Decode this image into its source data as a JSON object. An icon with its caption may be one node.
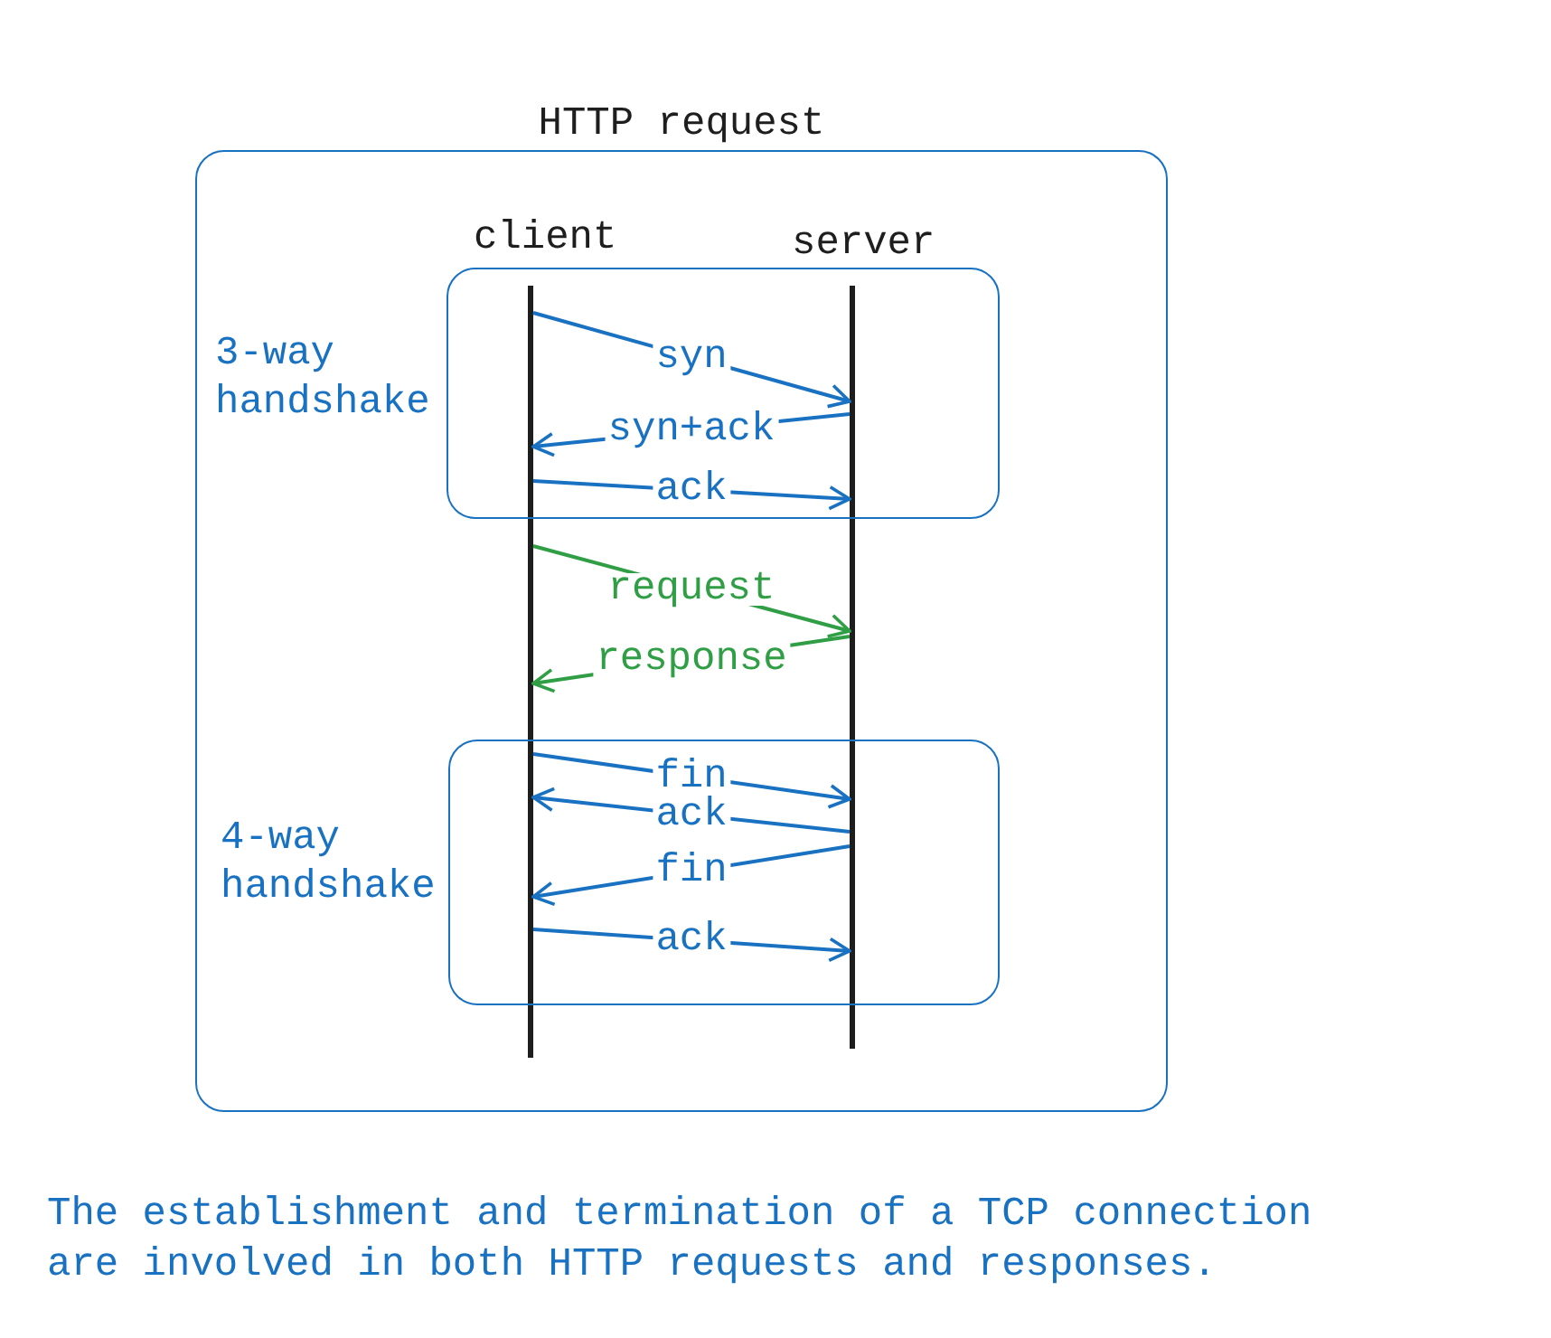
{
  "diagram": {
    "nodes": [
      {
        "text": [
          "HTTP request"
        ]
      },
      {
        "text": [],
        "shape": "bar",
        "in": 0
      },
      {
        "text": [],
        "shape": "bar",
        "in": 0
      },
      {
        "text": [
          "3-way handshake"
        ],
        "in": 0
      },
      {
        "text": [
          "4-way handshake"
        ],
        "in": 0
      }
    ],
    "edges": [
      {
        "from": 1,
        "to": 2,
        "arrow": "to",
        "label": "syn"
      },
      {
        "from": 2,
        "to": 1,
        "arrow": "to",
        "label": "syn+ack"
      },
      {
        "from": 1,
        "to": 2,
        "arrow": "to",
        "label": "ack"
      },
      {
        "from": 1,
        "to": 2,
        "arrow": "to",
        "label": "request",
        "color": "#2f9e44"
      },
      {
        "from": 2,
        "to": 1,
        "arrow": "to",
        "label": "response",
        "color": "#2f9e44"
      },
      {
        "from": 1,
        "to": 2,
        "arrow": "to",
        "label": "fin"
      },
      {
        "from": 2,
        "to": 1,
        "arrow": "to",
        "label": "ack"
      },
      {
        "from": 2,
        "to": 1,
        "arrow": "to",
        "label": "fin"
      },
      {
        "from": 1,
        "to": 2,
        "arrow": "to",
        "label": "ack"
      }
    ],
    "labels": [
      "client",
      "server"
    ],
    "caption": "The establishment and termination of a TCP connection are involved in both HTTP requests and responses."
  }
}
